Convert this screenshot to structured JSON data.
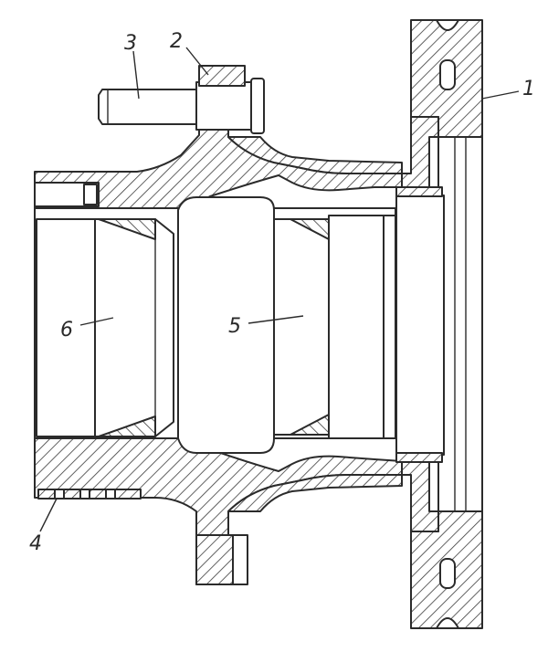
{
  "labels": {
    "flange": "1",
    "nut": "2",
    "stud": "3",
    "ring": "4",
    "inner_bearing": "5",
    "outer_bearing": "6"
  }
}
